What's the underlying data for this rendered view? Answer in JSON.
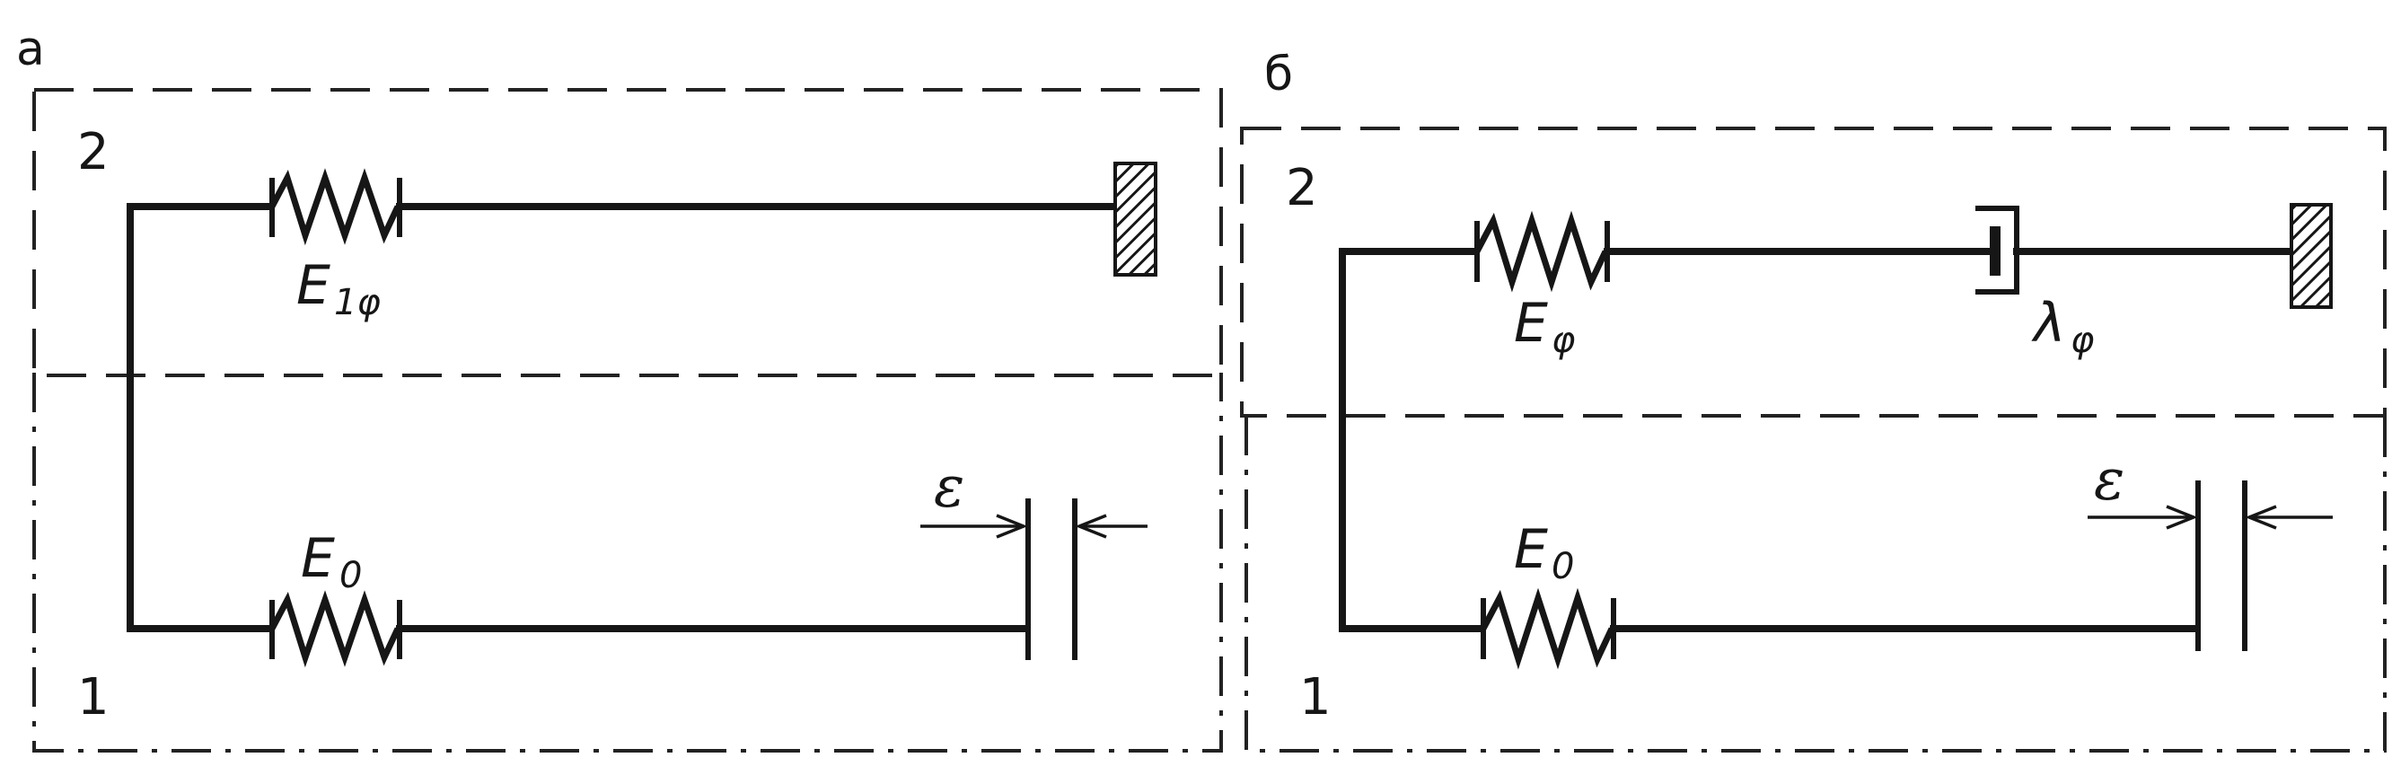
{
  "panels": {
    "a": {
      "letter": "а",
      "region_top": "2",
      "region_bottom": "1",
      "spring_top": {
        "symbol": "E",
        "subscript": "1φ"
      },
      "spring_bottom": {
        "symbol": "E",
        "subscript": "0"
      },
      "strain": "ε"
    },
    "b": {
      "letter": "б",
      "region_top": "2",
      "region_bottom": "1",
      "spring_top": {
        "symbol": "E",
        "subscript": "φ"
      },
      "dashpot": {
        "symbol": "λ",
        "subscript": "φ"
      },
      "spring_bottom": {
        "symbol": "E",
        "subscript": "0"
      },
      "strain": "ε"
    }
  },
  "colors": {
    "ink": "#161616",
    "paper": "#ffffff"
  }
}
